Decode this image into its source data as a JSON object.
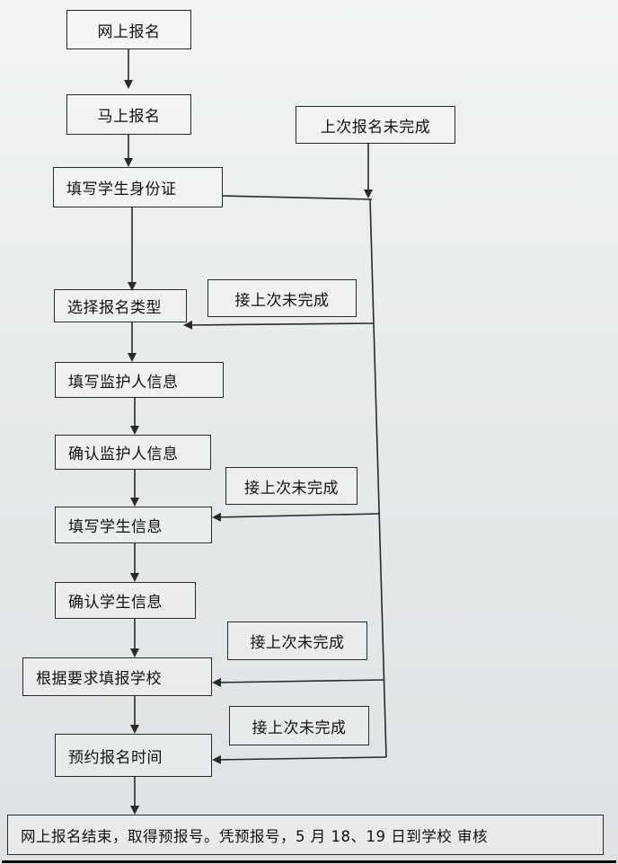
{
  "steps": {
    "apply_online": "网上报名",
    "apply_now": "马上报名",
    "last_incomplete": "上次报名未完成",
    "fill_student_id": "填写学生身份证",
    "select_type": "选择报名类型",
    "fill_guardian": "填写监护人信息",
    "confirm_guardian": "确认监护人信息",
    "fill_student_info": "填写学生信息",
    "confirm_student_info": "确认学生信息",
    "fill_school": "根据要求填报学校",
    "book_time": "预约报名时间"
  },
  "resume_label": "接上次未完成",
  "final": "网上报名结束，取得预报号。凭预报号，5 月 18、19 日到学校 审核",
  "colors": {
    "line": "#2a2a2a",
    "paper": "#eceeef"
  }
}
